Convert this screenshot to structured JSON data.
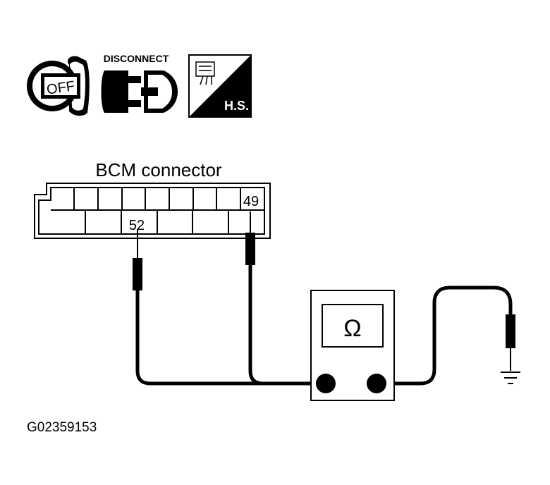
{
  "icons": {
    "ignition_label": "OFF",
    "disconnect_label": "DISCONNECT",
    "harness_label": "H.S."
  },
  "connector": {
    "title": "BCM connector",
    "pin_a": "49",
    "pin_b": "52"
  },
  "meter": {
    "symbol": "Ω"
  },
  "figure_id": "G02359153"
}
